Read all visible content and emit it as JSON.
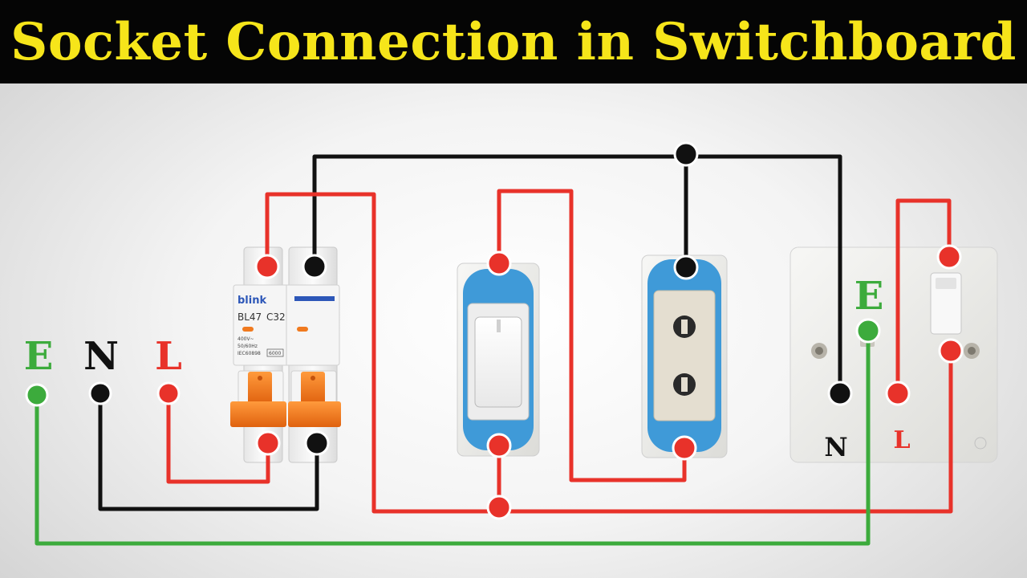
{
  "title": "Socket Connection in Switchboard",
  "supply_labels": {
    "earth": "E",
    "neutral": "N",
    "live": "L"
  },
  "breaker": {
    "brand": "blink",
    "model": "BL47",
    "rating": "C32",
    "spec_voltage": "400V~",
    "spec_freq": "50/60Hz",
    "spec_standard": "IEC60898",
    "spec_capacity": "6000"
  },
  "socket_outlet_labels": {
    "earth": "E",
    "neutral": "N",
    "live": "L"
  },
  "colors": {
    "live_wire": "#e8322a",
    "neutral_wire": "#111111",
    "earth_wire": "#3cab3c",
    "title_text": "#f6e51a",
    "title_bar": "#050505",
    "breaker_handle": "#f07a1f",
    "accent_blue": "#3f9ad8"
  }
}
